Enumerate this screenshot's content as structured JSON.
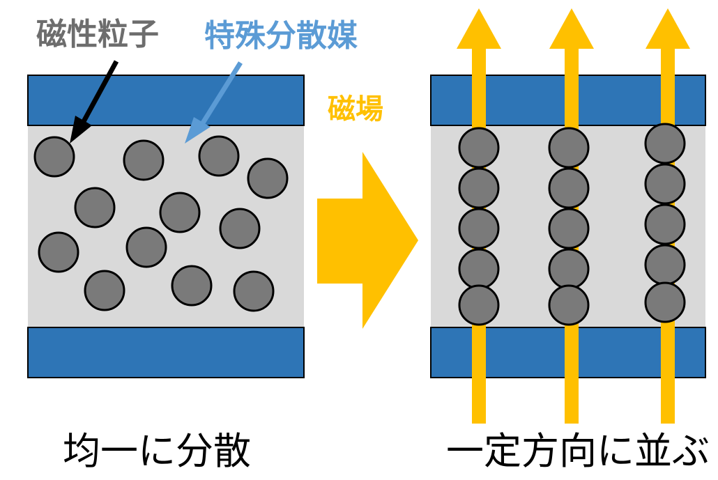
{
  "labels": {
    "particle": "磁性粒子",
    "medium": "特殊分散媒",
    "field": "磁場"
  },
  "captions": {
    "left": "均一に分散",
    "right": "一定方向に並ぶ"
  },
  "colors": {
    "plate": "#2e75b6",
    "medium": "#d9d9d9",
    "particle": "#7a7a7a",
    "field": "#ffc000",
    "particle_label": "#6d6d6d",
    "medium_label": "#5b9bd5"
  }
}
